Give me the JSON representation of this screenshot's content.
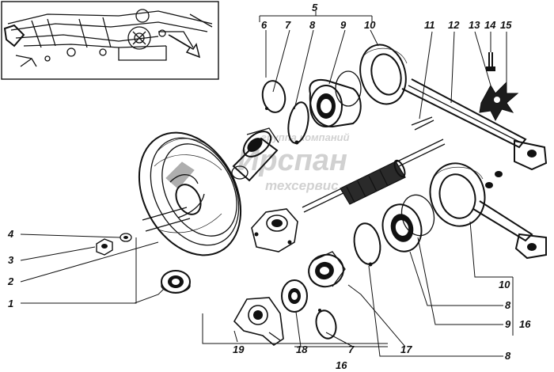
{
  "watermark": {
    "line1": "группа компаний",
    "line2": "Ирспан",
    "line3": "техсервис"
  },
  "callouts": [
    {
      "id": "c1",
      "text": "1"
    },
    {
      "id": "c2",
      "text": "2"
    },
    {
      "id": "c3",
      "text": "3"
    },
    {
      "id": "c4",
      "text": "4"
    },
    {
      "id": "c5",
      "text": "5"
    },
    {
      "id": "c6",
      "text": "6"
    },
    {
      "id": "c7a",
      "text": "7"
    },
    {
      "id": "c8a",
      "text": "8"
    },
    {
      "id": "c9a",
      "text": "9"
    },
    {
      "id": "c10a",
      "text": "10"
    },
    {
      "id": "c11",
      "text": "11"
    },
    {
      "id": "c12",
      "text": "12"
    },
    {
      "id": "c13",
      "text": "13"
    },
    {
      "id": "c14",
      "text": "14"
    },
    {
      "id": "c15",
      "text": "15"
    },
    {
      "id": "c10b",
      "text": "10"
    },
    {
      "id": "c8b",
      "text": "8"
    },
    {
      "id": "c9b",
      "text": "9"
    },
    {
      "id": "c16a",
      "text": "16"
    },
    {
      "id": "c8c",
      "text": "8"
    },
    {
      "id": "c19",
      "text": "19"
    },
    {
      "id": "c18",
      "text": "18"
    },
    {
      "id": "c7b",
      "text": "7"
    },
    {
      "id": "c17",
      "text": "17"
    },
    {
      "id": "c16b",
      "text": "16"
    }
  ]
}
